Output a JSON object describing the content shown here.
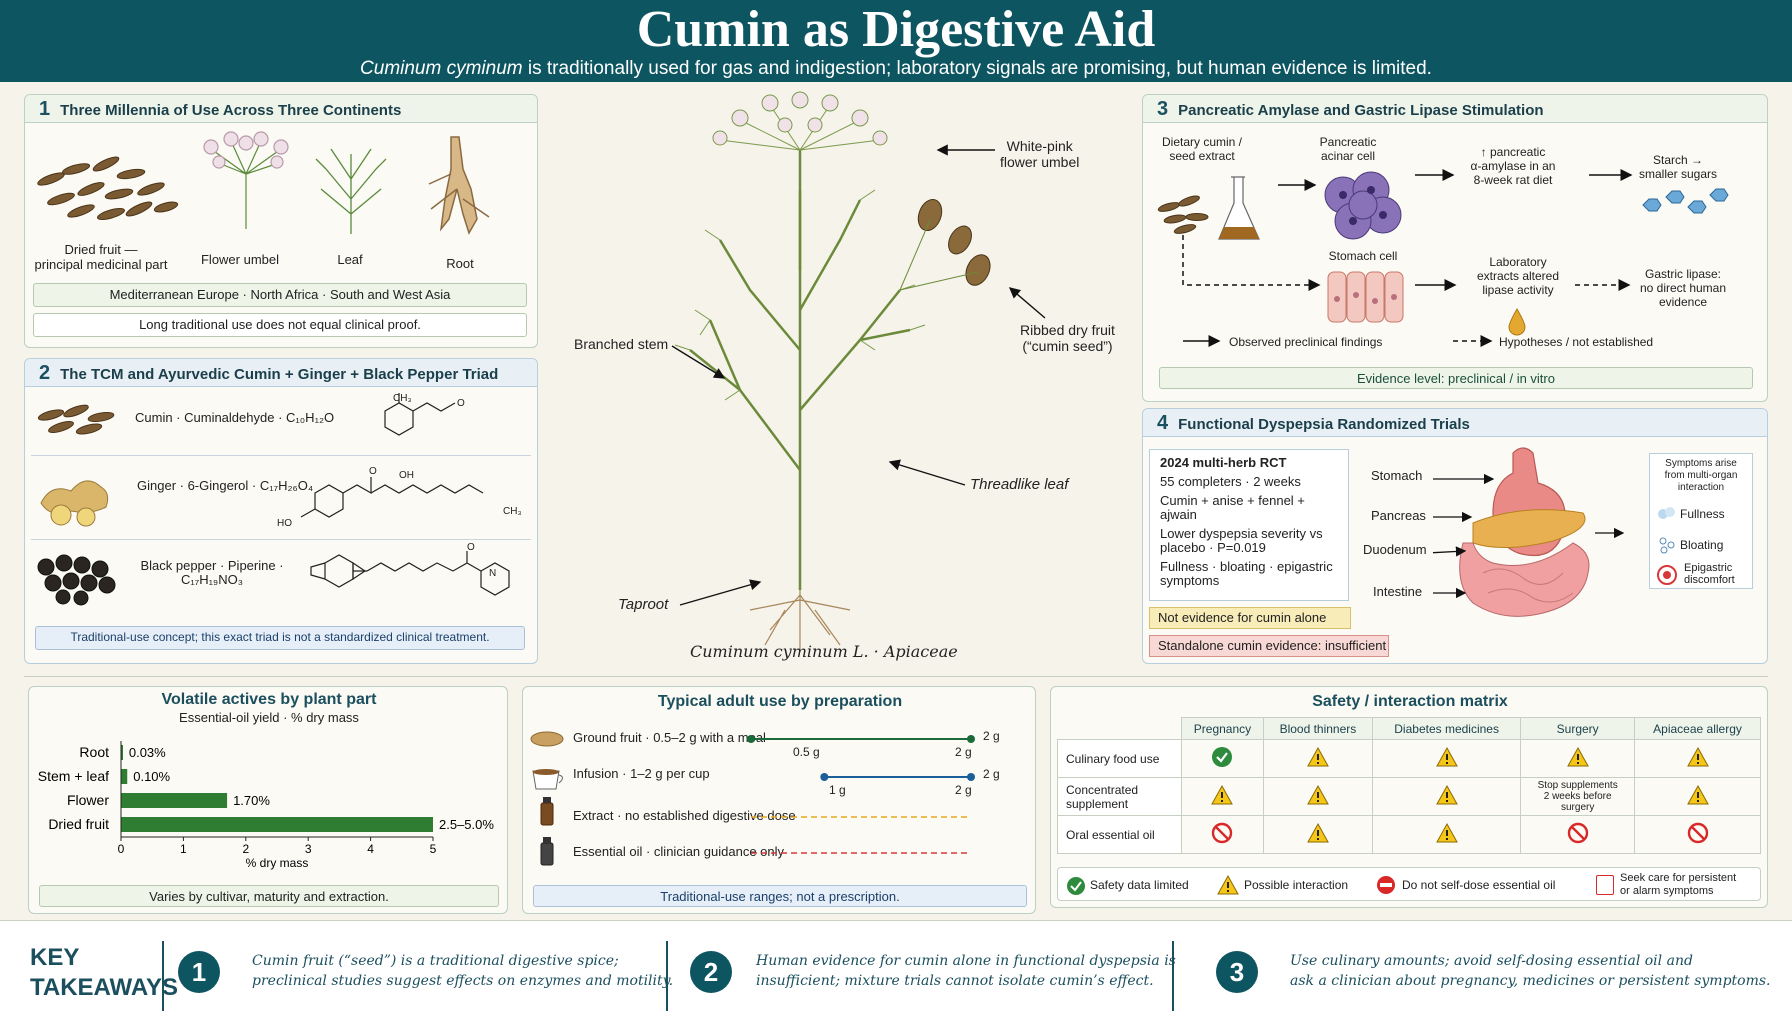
{
  "header": {
    "title": "Cumin as Digestive Aid",
    "subtitle_italic": "Cuminum cyminum",
    "subtitle_rest": " is traditionally used for gas and indigestion; laboratory signals are promising, but human evidence is limited."
  },
  "p1": {
    "num": "1",
    "title": "Three Millennia of Use Across Three Continents",
    "parts": [
      "Dried fruit —\nprincipal medicinal part",
      "Flower umbel",
      "Leaf",
      "Root"
    ],
    "regions": "Mediterranean Europe · North Africa · South and West Asia",
    "note": "Long traditional use does not equal clinical proof."
  },
  "p2": {
    "num": "2",
    "title": "The TCM and Ayurvedic Cumin + Ginger + Black Pepper Triad",
    "rows": [
      {
        "label": "Cumin · Cuminaldehyde · C₁₀H₁₂O"
      },
      {
        "label": "Ginger · 6-Gingerol · C₁₇H₂₆O₄"
      },
      {
        "label": "Black pepper · Piperine ·\nC₁₇H₁₉NO₃"
      }
    ],
    "chem": {
      "ch3": "CH₃",
      "o": "O",
      "oh": "OH",
      "ho": "HO",
      "n": "N"
    },
    "note": "Traditional-use concept; this exact triad is not a standardized clinical treatment."
  },
  "plant": {
    "flower": "White-pink\nflower umbel",
    "fruit": "Ribbed dry fruit\n(“cumin seed”)",
    "stem": "Branched stem",
    "leaf": "Threadlike leaf",
    "root": "Taproot",
    "caption": "Cuminum cyminum L. · Apiaceae"
  },
  "p3": {
    "num": "3",
    "title": "Pancreatic Amylase and Gastric Lipase Stimulation",
    "source": "Dietary cumin /\nseed extract",
    "acinar": "Pancreatic\nacinar cell",
    "amylase": "↑ pancreatic\nα-amylase in an\n8-week rat diet",
    "starch": "Starch →\nsmaller sugars",
    "stomach": "Stomach cell",
    "lab": "Laboratory\nextracts altered\nlipase activity",
    "lipase": "Gastric lipase:\nno direct human\nevidence",
    "legend_solid": "Observed preclinical findings",
    "legend_dash": "Hypotheses / not established",
    "evidence": "Evidence level: preclinical / in vitro"
  },
  "p4": {
    "num": "4",
    "title": "Functional Dyspepsia Randomized Trials",
    "rct": [
      "2024 multi-herb RCT",
      "55 completers · 2 weeks",
      "Cumin + anise + fennel + ajwain",
      "Lower dyspepsia severity vs placebo · P=0.019",
      "Fullness · bloating · epigastric symptoms"
    ],
    "not_alone": "Not evidence for cumin alone",
    "insufficient": "Standalone cumin evidence: insufficient",
    "organs": [
      "Stomach",
      "Pancreas",
      "Duodenum",
      "Intestine"
    ],
    "sym_title": "Symptoms arise\nfrom multi-organ\ninteraction",
    "symptoms": [
      "Fullness",
      "Bloating",
      "Epigastric\ndiscomfort"
    ]
  },
  "p5": {
    "title": "Volatile actives by plant part",
    "subtitle": "Essential-oil yield · % dry mass",
    "xlabel": "% dry mass",
    "note": "Varies by cultivar, maturity and extraction."
  },
  "chart_data": {
    "type": "bar",
    "categories": [
      "Root",
      "Stem + leaf",
      "Flower",
      "Dried fruit"
    ],
    "values": [
      0.03,
      0.1,
      1.7,
      5.0
    ],
    "data_labels": [
      "0.03%",
      "0.10%",
      "1.70%",
      "2.5–5.0%"
    ],
    "title": "Volatile actives by plant part",
    "subtitle": "Essential-oil yield · % dry mass",
    "xlabel": "% dry mass",
    "xlim": [
      0,
      5
    ],
    "xticks": [
      "0",
      "1",
      "2",
      "3",
      "4",
      "5"
    ],
    "color": "#2e7d32"
  },
  "p6": {
    "title": "Typical adult use by preparation",
    "rows": [
      {
        "label": "Ground fruit · 0.5–2 g with a meal",
        "lo": "0.5 g",
        "hi": "2 g",
        "lo_val": 0.5,
        "hi_val": 2
      },
      {
        "label": "Infusion · 1–2 g per cup",
        "lo": "1 g",
        "hi": "2 g",
        "lo_val": 1,
        "hi_val": 2
      },
      {
        "label": "Extract · no established digestive dose"
      },
      {
        "label": "Essential oil · clinician guidance only"
      }
    ],
    "note": "Traditional-use ranges; not a prescription."
  },
  "p7": {
    "title": "Safety / interaction matrix",
    "cols": [
      "Pregnancy",
      "Blood thinners",
      "Diabetes medicines",
      "Surgery",
      "Apiaceae allergy"
    ],
    "rows": [
      {
        "label": "Culinary food use",
        "cells": [
          "ok",
          "warn",
          "warn",
          "warn",
          "warn"
        ]
      },
      {
        "label": "Concentrated\nsupplement",
        "cells": [
          "warn",
          "warn",
          "warn",
          "Stop supplements\n2 weeks before\nsurgery",
          "warn"
        ]
      },
      {
        "label": "Oral essential oil",
        "cells": [
          "no",
          "warn",
          "warn",
          "no",
          "no"
        ]
      }
    ],
    "legend": [
      "Safety data limited",
      "Possible interaction",
      "Do not self-dose essential oil",
      "Seek care for persistent\nor alarm symptoms"
    ]
  },
  "takeaways": {
    "label": "KEY\nTAKEAWAYS",
    "items": [
      {
        "n": "1",
        "text": "Cumin fruit (“seed”) is a traditional digestive spice;\npreclinical studies suggest effects on enzymes and motility."
      },
      {
        "n": "2",
        "text": "Human evidence for cumin alone in functional dyspepsia is\ninsufficient; mixture trials cannot isolate cumin’s effect."
      },
      {
        "n": "3",
        "text": "Use culinary amounts; avoid self-dosing essential oil and\nask a clinician about pregnancy, medicines or persistent symptoms."
      }
    ]
  }
}
